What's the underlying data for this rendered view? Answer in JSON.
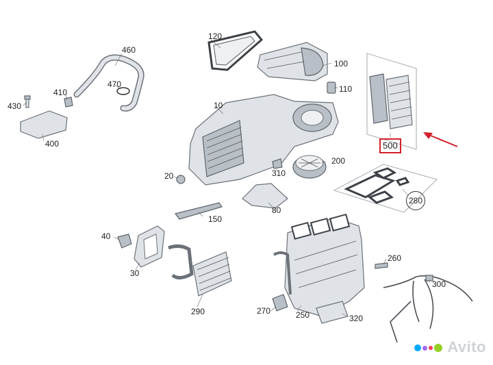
{
  "parts": [
    {
      "id": "part-120",
      "label": "120"
    },
    {
      "id": "part-100",
      "label": "100"
    },
    {
      "id": "part-110",
      "label": "110"
    },
    {
      "id": "part-460",
      "label": "460"
    },
    {
      "id": "part-470",
      "label": "470"
    },
    {
      "id": "part-410",
      "label": "410"
    },
    {
      "id": "part-430",
      "label": "430"
    },
    {
      "id": "part-400",
      "label": "400"
    },
    {
      "id": "part-10",
      "label": "10"
    },
    {
      "id": "part-20",
      "label": "20"
    },
    {
      "id": "part-310",
      "label": "310"
    },
    {
      "id": "part-200",
      "label": "200"
    },
    {
      "id": "part-80",
      "label": "80"
    },
    {
      "id": "part-150",
      "label": "150"
    },
    {
      "id": "part-40",
      "label": "40"
    },
    {
      "id": "part-30",
      "label": "30"
    },
    {
      "id": "part-290",
      "label": "290"
    },
    {
      "id": "part-260",
      "label": "260"
    },
    {
      "id": "part-300",
      "label": "300"
    },
    {
      "id": "part-270",
      "label": "270"
    },
    {
      "id": "part-250",
      "label": "250"
    },
    {
      "id": "part-320",
      "label": "320"
    },
    {
      "id": "part-280",
      "label": "280"
    },
    {
      "id": "part-500",
      "label": "500"
    }
  ],
  "highlight": {
    "part": "500",
    "color": "#d21f2a"
  },
  "watermark": {
    "text": "Avito",
    "dot_colors": [
      "#00aaff",
      "#a169f7",
      "#ff4053",
      "#97cf26"
    ]
  },
  "colors": {
    "part_fill": "#dfe3e7",
    "part_stroke": "#6b7178",
    "frame": "#9aa0a6"
  }
}
